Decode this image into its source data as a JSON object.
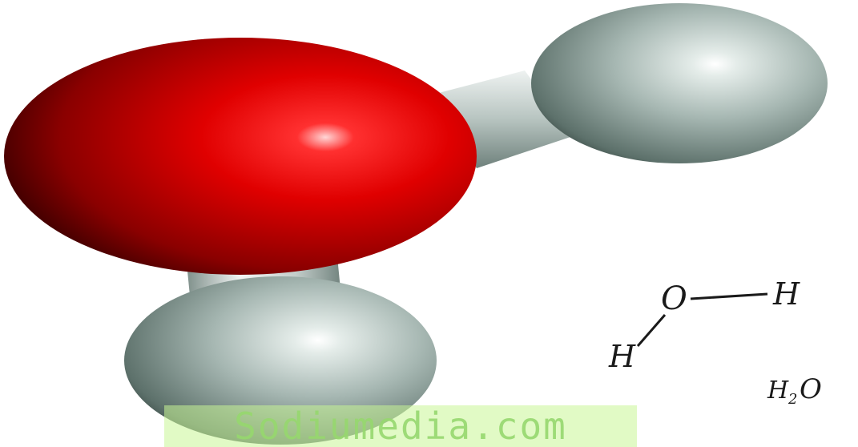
{
  "image": {
    "description_colors": {
      "oxygen": "#e00000",
      "hydrogen": "#a9b9b5",
      "bond": "#c9d3d0",
      "background": "#ffffff"
    }
  },
  "structural_formula": {
    "top_right_atom": "H",
    "center_atom": "O",
    "bottom_left_atom": "H"
  },
  "chemical_formula": {
    "element_1": "H",
    "subscript": "2",
    "element_2": "O"
  },
  "watermark": {
    "text": "Sodiumedia.com"
  }
}
